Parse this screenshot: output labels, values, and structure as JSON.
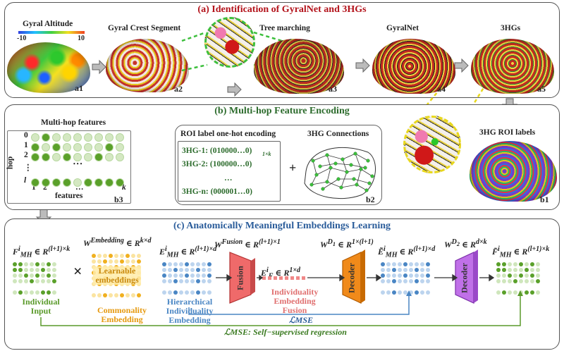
{
  "colors": {
    "title_red": "#b3121a",
    "title_green": "#2c6b2c",
    "title_blue": "#2a5c9a",
    "green": "#5a9a2a",
    "orange": "#e69a10",
    "blue": "#4a86c4",
    "pink": "#e05a5a"
  },
  "panel_a": {
    "title": "(a) Identification of GyralNet and 3HGs",
    "gyral_altitude": "Gyral Altitude",
    "scale_min": "-10",
    "scale_max": "10",
    "crest": "Gyral Crest Segment",
    "tree": "Tree marching",
    "gyralnet": "GyralNet",
    "hg3": "3HGs",
    "tags": [
      "a1",
      "a2",
      "a3",
      "a4",
      "a5"
    ]
  },
  "panel_b": {
    "title": "(b) Multi-hop Feature Encoding",
    "mh_title": "Multi-hop features",
    "hop_axis": "hop",
    "hop_rows": [
      "0",
      "1",
      "2",
      "⋮",
      "l"
    ],
    "feat_ticks": [
      "1",
      "2",
      "…",
      "k"
    ],
    "features": "features",
    "b3": "b3",
    "onehot_title": "ROI label one-hot encoding",
    "onehot_rows": [
      "3HG-1:  (010000…0)",
      "3HG-2:  (100000…0)",
      "…",
      "3HG-n:  (000001…0)"
    ],
    "onehot_sub": "1×k",
    "plus": "+",
    "conn_title": "3HG Connections",
    "b2": "b2",
    "roi_title": "3HG ROI labels",
    "b1": "b1"
  },
  "panel_c": {
    "title": "(c) Anatomically Meaningful Embeddings Learning",
    "f_in": "F",
    "w_emb": "W",
    "e_mh": "E",
    "w_fus": "W",
    "e_f": "E",
    "w_d1": "W",
    "e_tilde": "Ẽ",
    "w_d2": "W",
    "f_out": "F̃",
    "times": "×",
    "learnable": "Learnable embeddings",
    "individual": "Individual Input",
    "commonality": "Commonality Embedding",
    "hierarchical": "Hierarchical Individuality Embedding",
    "fusion": "Fusion",
    "individuality_fusion": "Individuality Embedding Fusion",
    "decoder1": "Decoder",
    "decoder2": "Decoder",
    "l_mse": "ℒMSE",
    "l_mse_self": "ℒMSE: Self−supervised regression"
  }
}
